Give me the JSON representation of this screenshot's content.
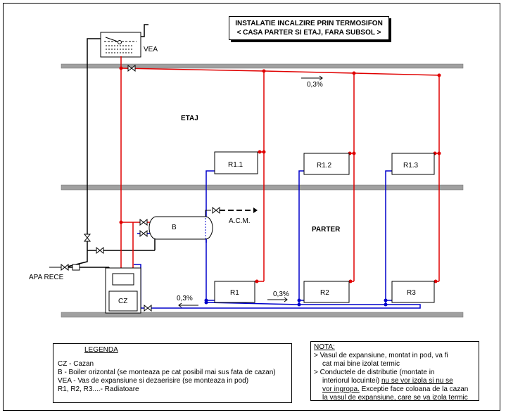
{
  "title": {
    "line1": "INSTALATIE INCALZIRE PRIN TERMOSIFON",
    "line2": "< CASA PARTER SI ETAJ, FARA SUBSOL >"
  },
  "floors": {
    "upper": "ETAJ",
    "ground": "PARTER"
  },
  "components": {
    "vea": "VEA",
    "boiler": "B",
    "boiler_outlet": "A.C.M.",
    "cold_water": "APA RECE",
    "furnace": "CZ"
  },
  "radiators": {
    "upper": [
      "R1.1",
      "R1.2",
      "R1.3"
    ],
    "ground": [
      "R1",
      "R2",
      "R3"
    ]
  },
  "slopes": {
    "top": "0,3%",
    "bottom_left": "0,3%",
    "bottom_right": "0,3%"
  },
  "legend": {
    "title": "LEGENDA",
    "items": [
      "CZ - Cazan",
      "B - Boiler orizontal (se monteaza pe cat posibil mai sus fata de cazan)",
      "VEA - Vas de expansiune si dezaerisire (se monteaza in pod)",
      "R1, R2, R3....- Radiatoare"
    ]
  },
  "note": {
    "title": "NOTA:",
    "line1a": "> Vasul de expansiune, montat in pod, va fi",
    "line1b": "cat mai bine izolat termic",
    "line2a": "> Conductele de distributie (montate in",
    "line2b_plain": "interiorul locuintei) ",
    "line2b_u": "nu se vor izola si nu se",
    "line2c_u": "vor ingropa.",
    "line2c_plain": " Exceptie face coloana de la cazan",
    "line2d": "la vasul de expansiune, care se va izola termic"
  },
  "colors": {
    "supply": "#e00000",
    "return": "#0000cc",
    "slab": "#a0a0a0",
    "pipe_black": "#000000"
  }
}
